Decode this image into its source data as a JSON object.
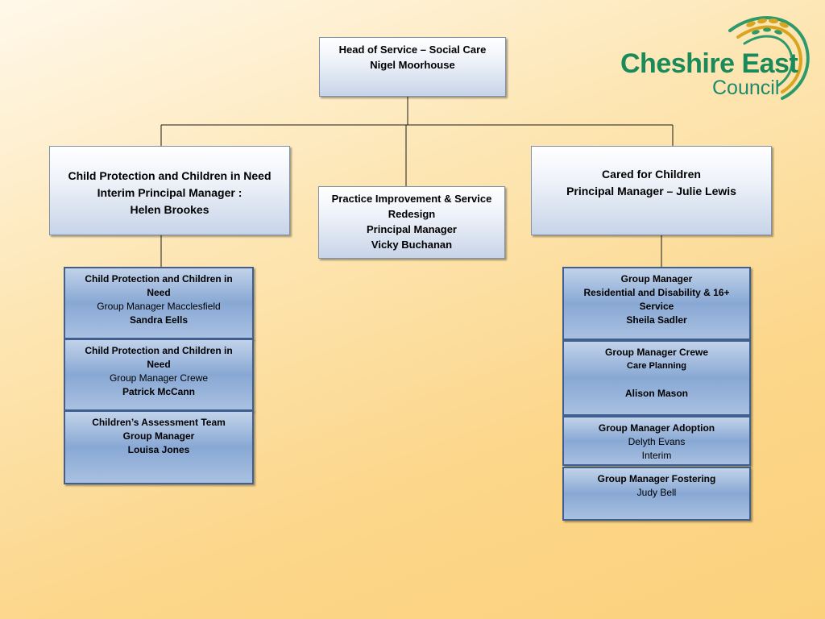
{
  "head": {
    "line1": "Head of Service – Social Care",
    "line2": "Nigel Moorhouse"
  },
  "cp": {
    "line1": "Child Protection and Children in Need",
    "line2": "Interim Principal Manager :",
    "line3": "Helen Brookes"
  },
  "pi": {
    "line1": "Practice Improvement & Service",
    "line2": "Redesign",
    "line3": "Principal Manager",
    "line4": "Vicky Buchanan"
  },
  "cfc": {
    "line1": "Cared for Children",
    "line2": "Principal Manager – Julie Lewis"
  },
  "left_groups": [
    {
      "line1": "Child Protection and Children in",
      "line2": "Need",
      "line3": "Group Manager Macclesfield",
      "line4": "Sandra Eells"
    },
    {
      "line1": "Child Protection and Children in",
      "line2": "Need",
      "line3": "Group Manager Crewe",
      "line4": "Patrick McCann"
    },
    {
      "line1": "Children’s Assessment Team",
      "line2": "Group Manager",
      "line3": "Louisa Jones"
    }
  ],
  "right_groups": [
    {
      "line1": "Group Manager",
      "line2": "Residential and Disability & 16+",
      "line3": "Service",
      "line4": "Sheila Sadler"
    },
    {
      "line1": "Group Manager Crewe",
      "line2": "Care Planning",
      "line3": "Alison Mason"
    },
    {
      "line1": "Group Manager Adoption",
      "line2": "Delyth Evans",
      "line3": "Interim"
    },
    {
      "line1": "Group Manager Fostering",
      "line2": "Judy Bell"
    }
  ],
  "logo": {
    "brand": "Cheshire East",
    "sub": "Council"
  },
  "colors": {
    "accent_green": "#1a8a5a",
    "logo_gold": "#d9a520",
    "group_blue": "#88a8d4",
    "background": "#fcd68a"
  }
}
